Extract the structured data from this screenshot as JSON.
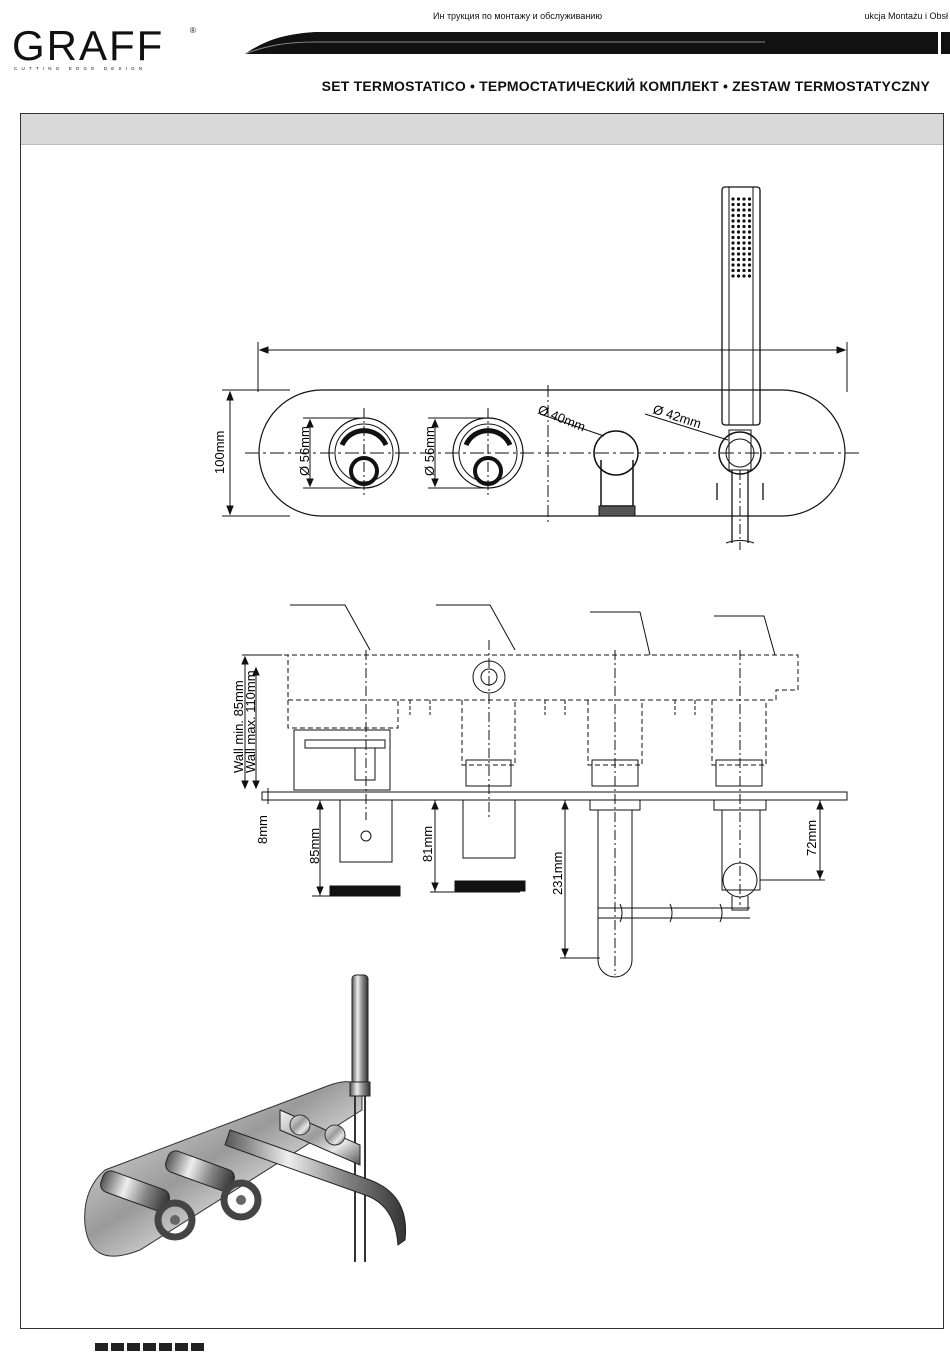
{
  "header": {
    "center_text": "Ин  трукция по монтажу и обслуживанию",
    "right_text": "ukcja Montażu i Obsł"
  },
  "logo": {
    "wordmark": "GRAFF",
    "registered": "®",
    "tagline": "CUTTING EDGE DESIGN"
  },
  "title": "SET TERMOSTATICO • ТЕРМОСТАТИЧЕСКИЙ КОМПЛЕКТ • ZESTAW TERMOSTATYCZNY",
  "front_view": {
    "height_label": "100mm",
    "knob1_diameter": "Ø 56mm",
    "knob2_diameter": "Ø 56mm",
    "spout_diameter": "Ø 40mm",
    "holder_diameter": "Ø 42mm"
  },
  "side_view": {
    "wall_min": "Wall min. 85mm",
    "wall_max": "Wall max. 110mm",
    "plate_label": "8mm",
    "handle1_depth": "85mm",
    "handle2_depth": "81mm",
    "spout_length": "231mm",
    "holder_depth": "72mm"
  },
  "footer": {
    "squares": 7
  }
}
